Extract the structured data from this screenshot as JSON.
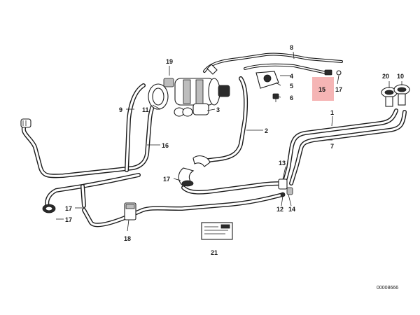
{
  "diagram": {
    "callouts": {
      "c1": "1",
      "c2": "2",
      "c3": "3",
      "c4": "4",
      "c5": "5",
      "c6": "6",
      "c7": "7",
      "c8": "8",
      "c9": "9",
      "c10": "10",
      "c11": "11",
      "c12": "12",
      "c13": "13",
      "c14": "14",
      "c15": "15",
      "c16": "16",
      "c17a": "17",
      "c17b": "17",
      "c17c": "17",
      "c17d": "17",
      "c18": "18",
      "c19": "19",
      "c20": "20",
      "c21": "21"
    },
    "highlighted_part": "15",
    "highlight_color": "#f3a8a8",
    "catalog_number": "00008666"
  }
}
